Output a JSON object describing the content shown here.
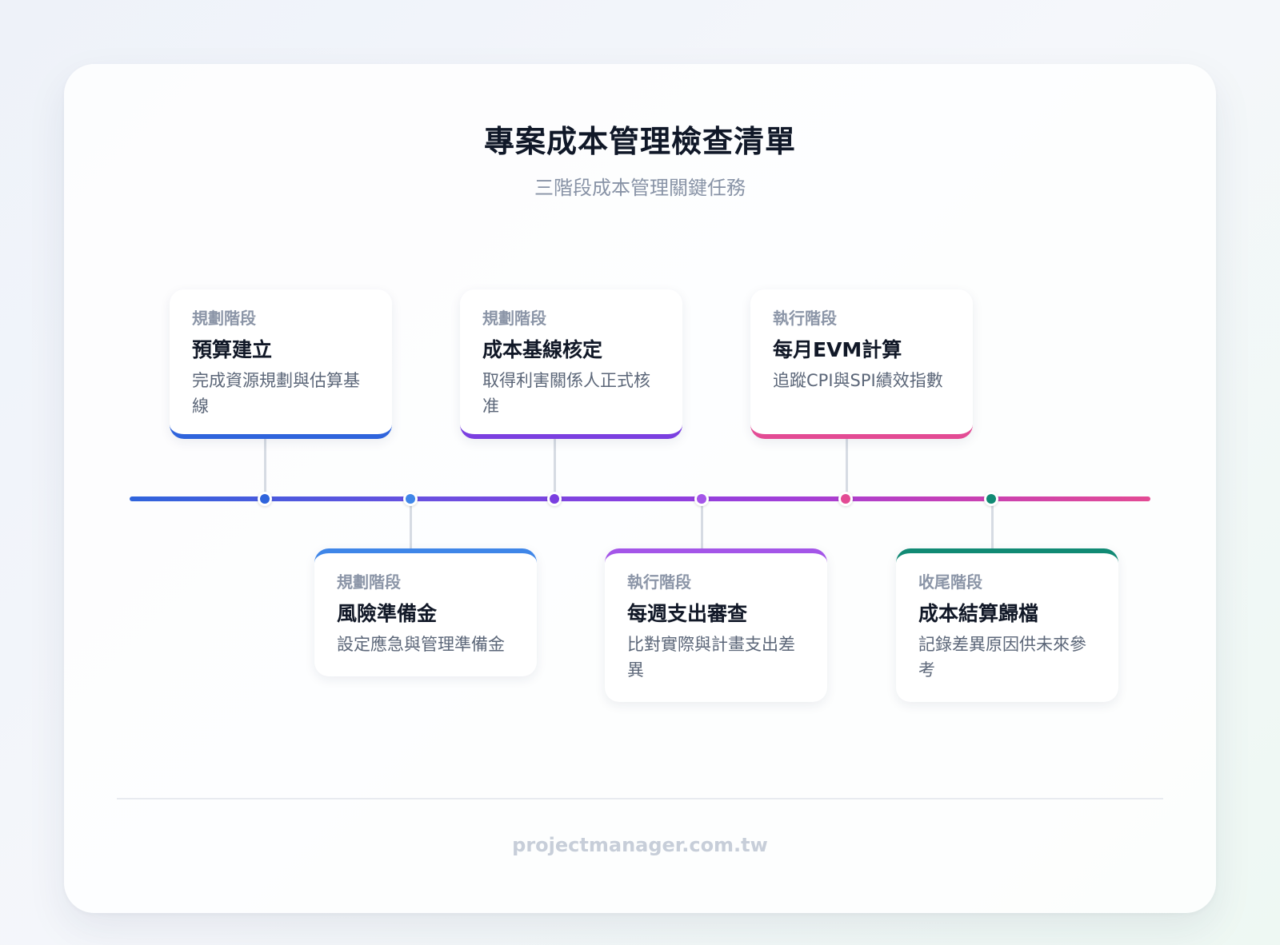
{
  "header": {
    "title": "專案成本管理檢查清單",
    "subtitle": "三階段成本管理關鍵任務"
  },
  "colors": {
    "planning_1": "#2f64dc",
    "planning_2": "#3f86e8",
    "planning_3": "#7b3fe0",
    "execution_1": "#a455e8",
    "execution_2": "#e34b94",
    "closing": "#118a74"
  },
  "events": [
    {
      "phase": "規劃階段",
      "name": "預算建立",
      "desc": "完成資源規劃與估算基線"
    },
    {
      "phase": "規劃階段",
      "name": "風險準備金",
      "desc": "設定應急與管理準備金"
    },
    {
      "phase": "規劃階段",
      "name": "成本基線核定",
      "desc": "取得利害關係人正式核准"
    },
    {
      "phase": "執行階段",
      "name": "每週支出審查",
      "desc": "比對實際與計畫支出差異"
    },
    {
      "phase": "執行階段",
      "name": "每月EVM計算",
      "desc": "追蹤CPI與SPI績效指數"
    },
    {
      "phase": "收尾階段",
      "name": "成本結算歸檔",
      "desc": "記錄差異原因供未來參考"
    }
  ],
  "footer": {
    "text": "projectmanager.com.tw"
  }
}
